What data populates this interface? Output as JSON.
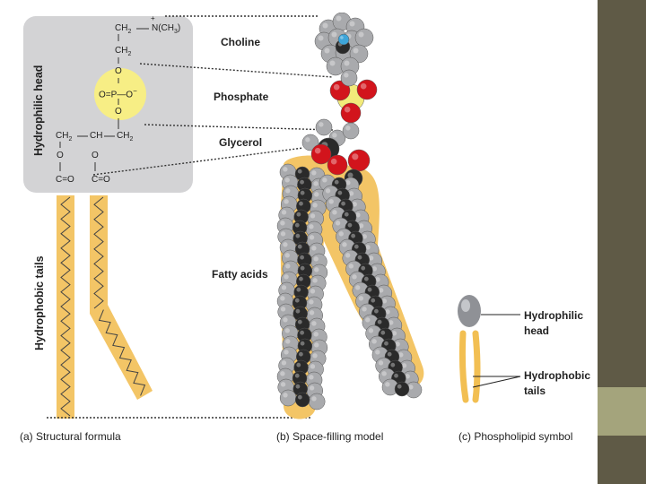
{
  "side_labels": {
    "hydrophilic_head": "Hydrophilic head",
    "hydrophobic_tails": "Hydrophobic tails"
  },
  "model_labels": {
    "choline": "Choline",
    "phosphate": "Phosphate",
    "glycerol": "Glycerol",
    "fatty_acids": "Fatty acids"
  },
  "symbol_labels": {
    "hydrophilic": "Hydrophilic",
    "head": "head",
    "hydrophobic": "Hydrophobic",
    "tails": "tails"
  },
  "captions": {
    "a": "(a) Structural formula",
    "b": "(b) Space-filling model",
    "c": "(c) Phospholipid symbol"
  },
  "formula": {
    "ch2_top": "CH",
    "sub2": "2",
    "choline_n": "N(CH",
    "sub3": "3",
    "close3": ")",
    "plus": "+",
    "ch2_second": "CH",
    "o": "O",
    "p_row": "O=P—O",
    "minus": "−",
    "glycerol_ch2_left": "CH",
    "glycerol_ch": "CH",
    "glycerol_ch2_right": "CH",
    "ester_left": "C=O",
    "ester_right": "C=O"
  },
  "colors": {
    "tail_band": "#f3c566",
    "head_box": "#d3d3d5",
    "phosphate_circle": "#f7ee85",
    "carbon": "#2a2a2a",
    "hydrogen": "#a9aaad",
    "oxygen": "#d2141c",
    "nitrogen": "#3ea5d9",
    "phosphorus": "#f2ea7a",
    "right_bar": "#5f5a46",
    "right_swatch": "#a4a47c"
  }
}
